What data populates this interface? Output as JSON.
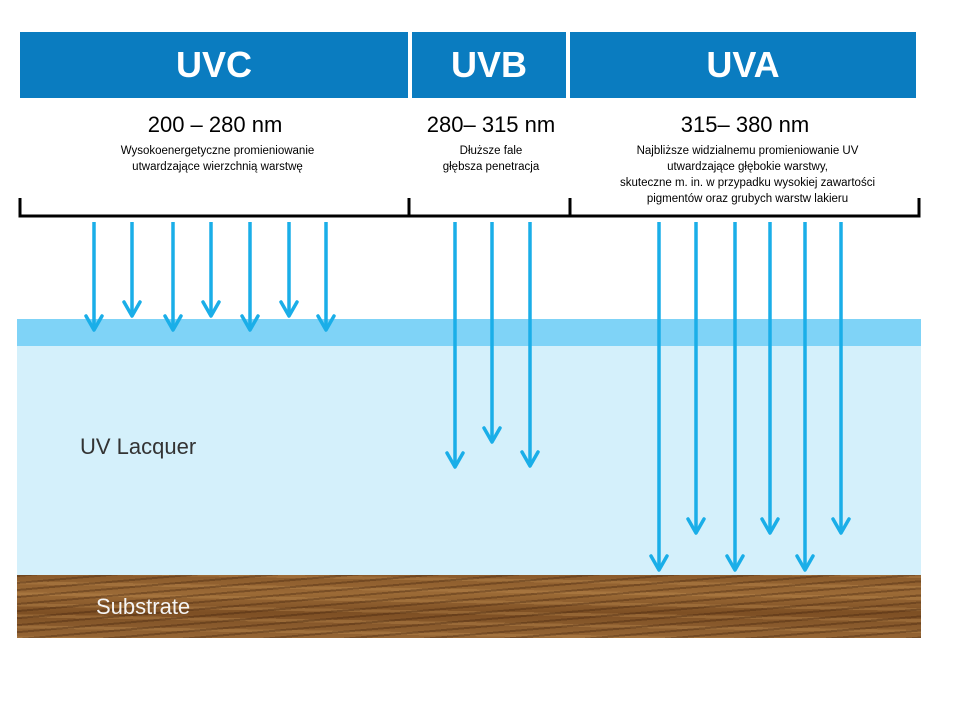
{
  "bands": {
    "uvc": {
      "name": "UVC",
      "range": "200 – 280 nm",
      "desc": [
        "Wysokoenergetyczne promieniowanie",
        "utwardzające wierzchnią warstwę"
      ]
    },
    "uvb": {
      "name": "UVB",
      "range": "280– 315 nm",
      "desc": [
        "Dłuższe fale",
        "głębsza penetracja"
      ]
    },
    "uva": {
      "name": "UVA",
      "range": "315– 380 nm",
      "desc": [
        "Najbliższe widzialnemu promieniowanie UV",
        "utwardzające głębokie warstwy,",
        "skuteczne m. in. w przypadku wysokiej zawartości",
        "pigmentów oraz grubych warstw lakieru"
      ]
    }
  },
  "layers": {
    "lacquer": "UV Lacquer",
    "substrate": "Substrate"
  },
  "colors": {
    "band_header": "#0a7cc0",
    "arrow": "#1aaee8",
    "lacquer_top": "#7fd3f7",
    "lacquer_body": "#d4f0fb",
    "substrate": "#8a5a2b"
  }
}
